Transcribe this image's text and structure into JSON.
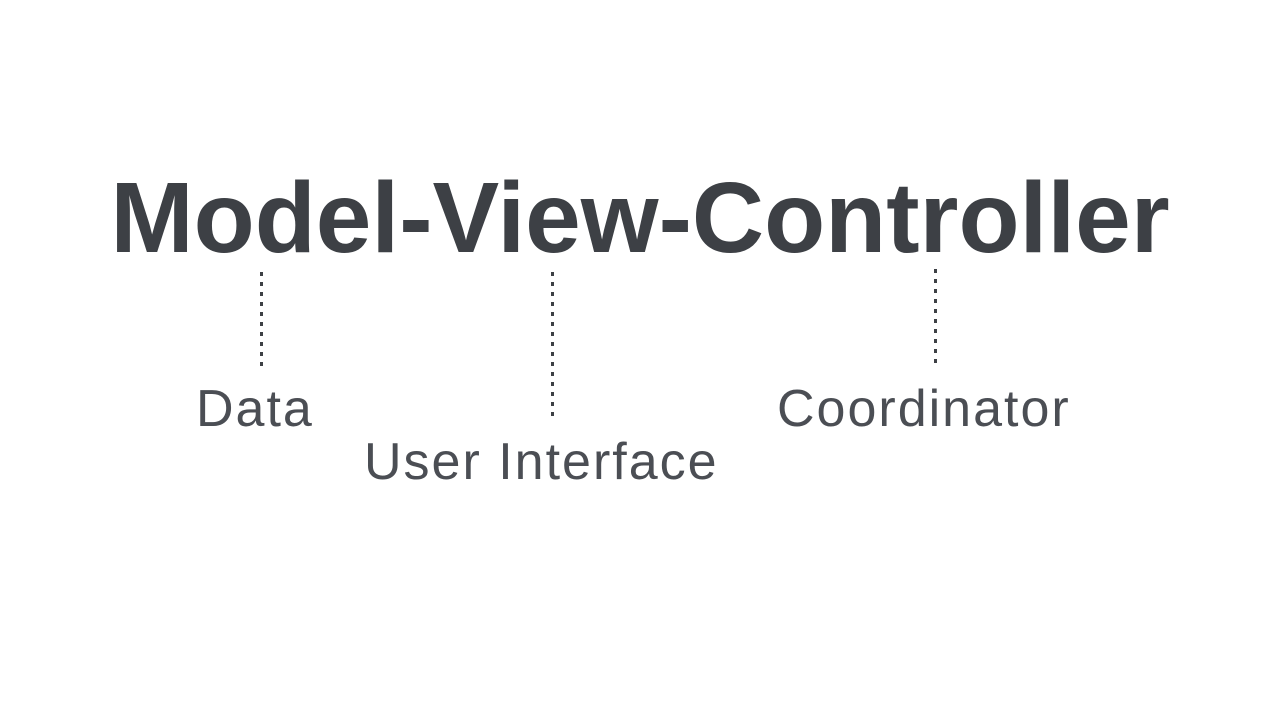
{
  "slide": {
    "background": "#ffffff",
    "title": {
      "text": "Model-View-Controller",
      "color": "#3d4045"
    },
    "connector_color": "#3d4045",
    "label_color": "#4b4e54",
    "components": [
      {
        "id": "model",
        "label": "Data"
      },
      {
        "id": "view",
        "label": "User Interface"
      },
      {
        "id": "controller",
        "label": "Coordinator"
      }
    ]
  }
}
